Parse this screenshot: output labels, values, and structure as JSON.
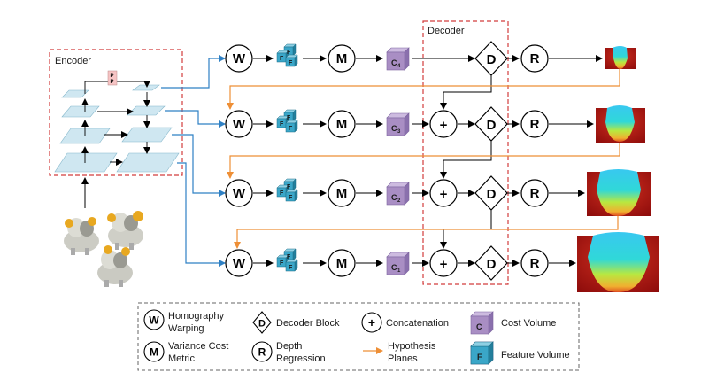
{
  "labels": {
    "encoder": "Encoder",
    "decoder": "Decoder"
  },
  "nodes": {
    "warp": "W",
    "metric": "M",
    "decoder_block": "D",
    "regression": "R",
    "concat": "+",
    "feature": "F",
    "pp": "P"
  },
  "cost_volumes": [
    "C",
    "C",
    "C",
    "C"
  ],
  "cost_volume_subscripts": [
    "4",
    "3",
    "2",
    "1"
  ],
  "legend": {
    "warp_symbol": "W",
    "warp_line1": "Homography",
    "warp_line2": "Warping",
    "metric_symbol": "M",
    "metric_line1": "Variance Cost",
    "metric_line2": "Metric",
    "decoder_symbol": "D",
    "decoder_label": "Decoder Block",
    "regression_symbol": "R",
    "regression_line1": "Depth",
    "regression_line2": "Regression",
    "concat_symbol": "+",
    "concat_label": "Concatenation",
    "hypothesis_line1": "Hypothesis",
    "hypothesis_line2": "Planes",
    "cost_symbol": "C",
    "cost_label": "Cost Volume",
    "feature_symbol": "F",
    "feature_label": "Feature Volume"
  },
  "colors": {
    "encoder_border": "#d23c3c",
    "decoder_border": "#d23c3c",
    "warp_arrow": "#2e80c4",
    "hypothesis_arrow": "#ee8f36",
    "feature_cube": "#3aa6c8",
    "cost_cube": "#a98ec4",
    "plane_fill": "#cfe7f1"
  }
}
